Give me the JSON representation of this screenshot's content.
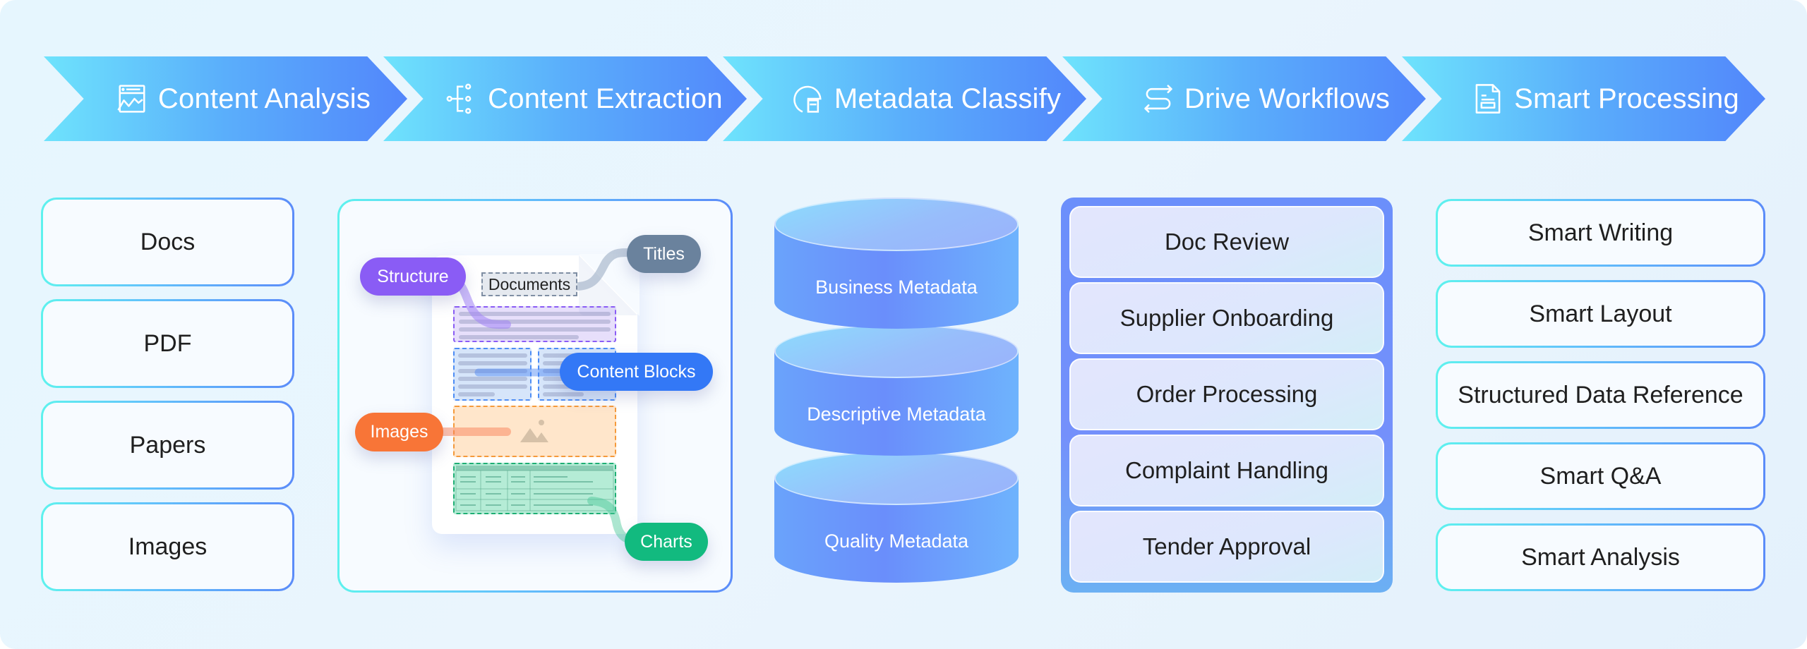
{
  "pipeline": {
    "stages": [
      {
        "label": "Content Analysis",
        "icon": "chart-window-icon"
      },
      {
        "label": "Content Extraction",
        "icon": "tree-structure-icon"
      },
      {
        "label": "Metadata Classify",
        "icon": "pie-classify-icon"
      },
      {
        "label": "Drive Workflows",
        "icon": "swap-arrows-icon"
      },
      {
        "label": "Smart Processing",
        "icon": "document-icon"
      }
    ]
  },
  "sources": {
    "items": [
      "Docs",
      "PDF",
      "Papers",
      "Images"
    ]
  },
  "extraction": {
    "document_label": "Documents",
    "tags": {
      "structure": "Structure",
      "titles": "Titles",
      "content_blocks": "Content Blocks",
      "images": "Images",
      "charts": "Charts"
    },
    "colors": {
      "structure": "#8a5cf5",
      "titles": "#6a829d",
      "content_blocks": "#3378f6",
      "images": "#f87537",
      "charts": "#12ba7f"
    }
  },
  "metadata": {
    "layers": [
      "Business Metadata",
      "Descriptive Metadata",
      "Quality Metadata"
    ]
  },
  "workflows": {
    "items": [
      "Doc Review",
      "Supplier Onboarding",
      "Order Processing",
      "Complaint Handling",
      "Tender Approval"
    ]
  },
  "processing": {
    "items": [
      "Smart Writing",
      "Smart Layout",
      "Structured Data Reference",
      "Smart Q&A",
      "Smart Analysis"
    ]
  }
}
